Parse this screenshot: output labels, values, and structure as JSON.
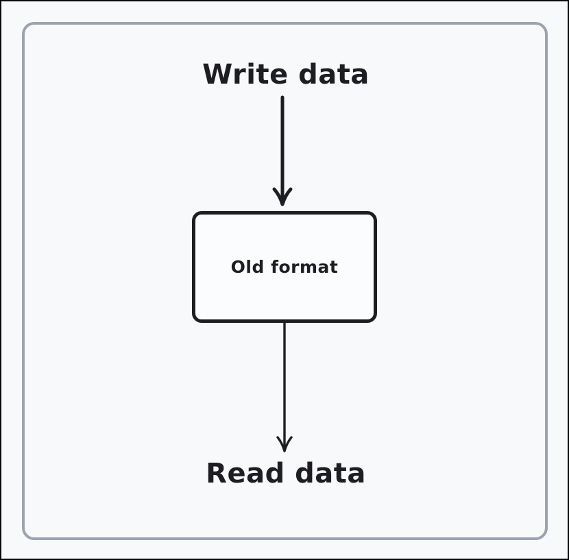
{
  "diagram": {
    "title": "Write data",
    "node": {
      "label": "Old format"
    },
    "footer": "Read data",
    "arrows": [
      {
        "name": "arrow-write-to-node",
        "direction": "down"
      },
      {
        "name": "arrow-node-to-read",
        "direction": "down"
      }
    ],
    "colors": {
      "background": "#f8f9fb",
      "frame_border": "#9ca3af",
      "stroke": "#1e1e22",
      "node_fill": "#fbfcfe",
      "edge_border": "#0a0a0a"
    }
  }
}
